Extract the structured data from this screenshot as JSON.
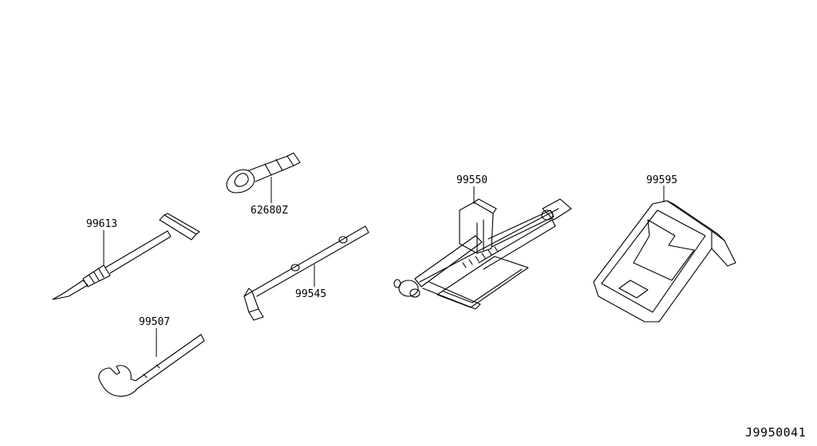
{
  "diagram_code": "J9950041",
  "parts": [
    {
      "id": "99613",
      "label": "99613"
    },
    {
      "id": "62680Z",
      "label": "62680Z"
    },
    {
      "id": "99545",
      "label": "99545"
    },
    {
      "id": "99507",
      "label": "99507"
    },
    {
      "id": "99550",
      "label": "99550"
    },
    {
      "id": "99595",
      "label": "99595"
    }
  ]
}
